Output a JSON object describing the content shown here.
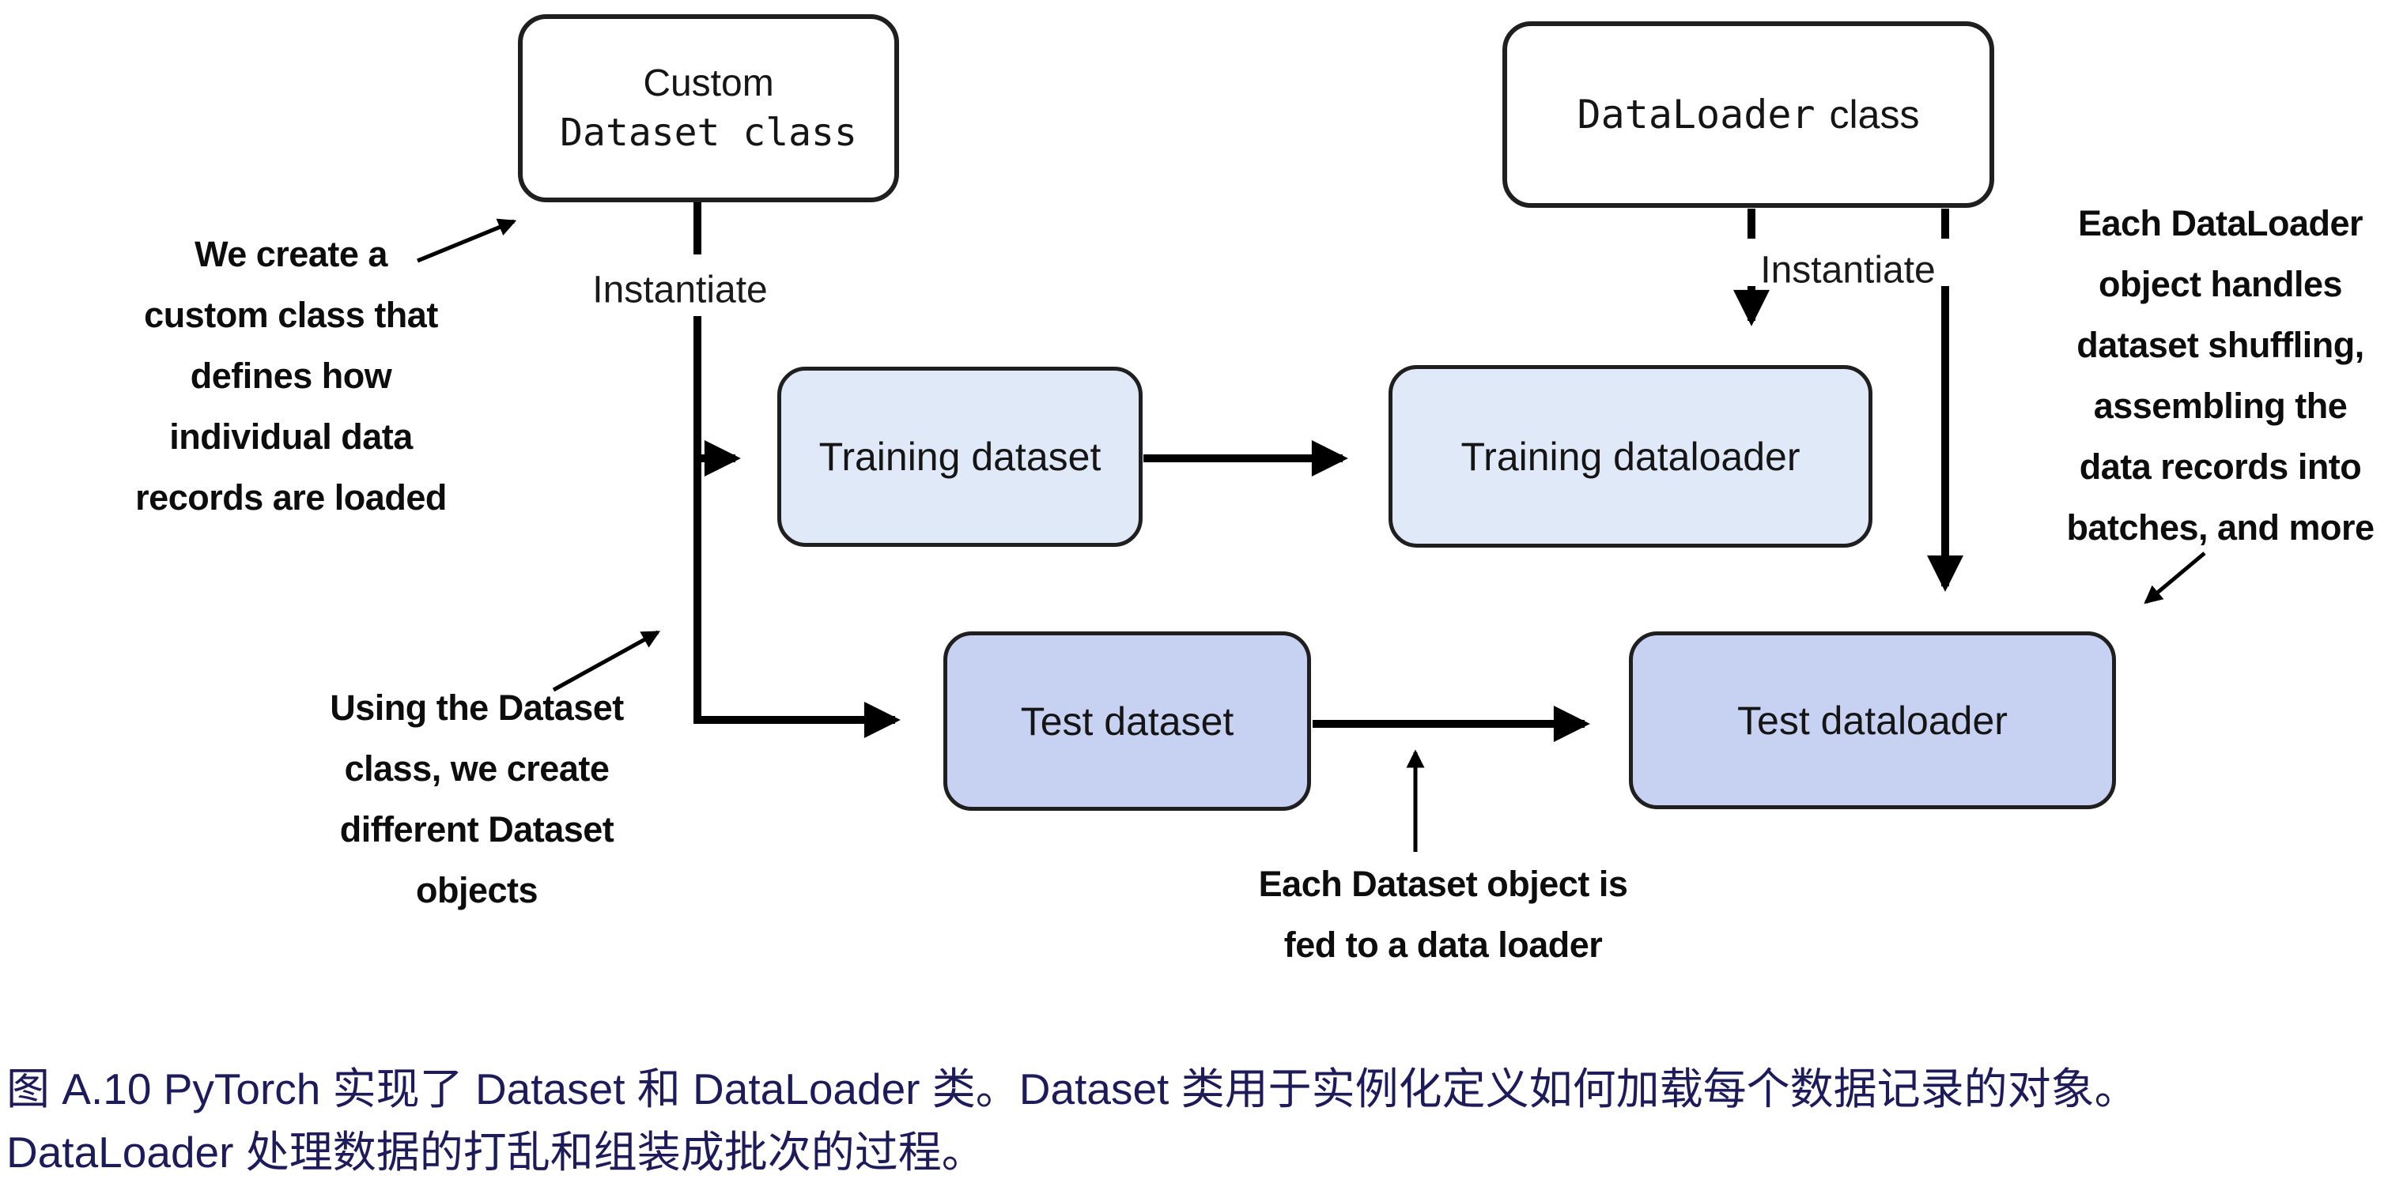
{
  "colors": {
    "box-border": "#1f1f1f",
    "light-blue": "#dfe9f7",
    "periwinkle": "#c7d1f1",
    "caption": "#1e1b5a"
  },
  "boxes": {
    "custom_dataset_class": {
      "line1": "Custom",
      "line2": "Dataset class"
    },
    "dataloader_class": {
      "code": "DataLoader",
      "rest": "class"
    },
    "training_dataset": "Training dataset",
    "training_dataloader": "Training dataloader",
    "test_dataset": "Test dataset",
    "test_dataloader": "Test dataloader"
  },
  "edge_labels": {
    "instantiate_left": "Instantiate",
    "instantiate_right": "Instantiate"
  },
  "annotations": {
    "create_custom_class": {
      "lines": [
        "We create a",
        "custom class that",
        "defines how",
        "individual data",
        "records are loaded"
      ]
    },
    "using_dataset_class": {
      "lines": [
        "Using the Dataset",
        "class, we create",
        "different Dataset",
        "objects"
      ]
    },
    "dataloader_object": {
      "lines": [
        "Each DataLoader",
        "object handles",
        "dataset shuffling,",
        "assembling the",
        "data records into",
        "batches, and more"
      ]
    },
    "dataset_fed": {
      "lines": [
        "Each Dataset object is",
        "fed to a data loader"
      ]
    }
  },
  "caption": {
    "line1": "图 A.10 PyTorch 实现了 Dataset 和 DataLoader 类。Dataset 类用于实例化定义如何加载每个数据记录的对象。",
    "line2": "DataLoader 处理数据的打乱和组装成批次的过程。"
  }
}
